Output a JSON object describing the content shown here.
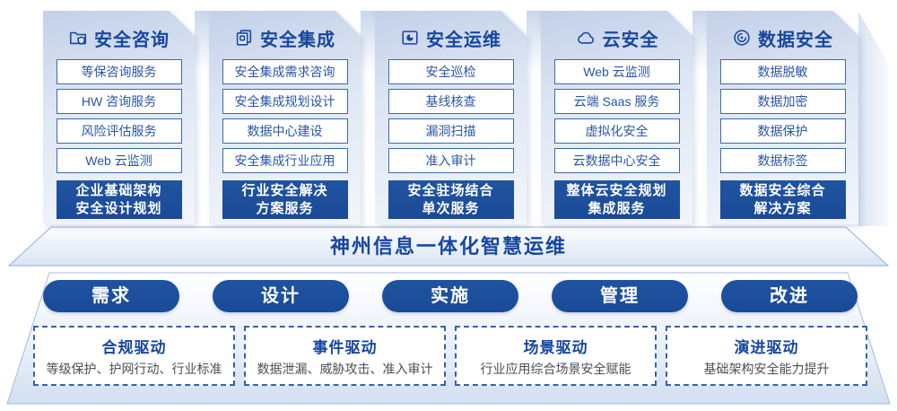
{
  "banner": {
    "title": "神州信息一体化智慧运维"
  },
  "columns": [
    {
      "title": "安全咨询",
      "icon": "folder-shield-icon",
      "items": [
        "等保咨询服务",
        "HW 咨询服务",
        "风险评估服务",
        "Web 云监测"
      ],
      "highlight_line1": "企业基础架构",
      "highlight_line2": "安全设计规划"
    },
    {
      "title": "安全集成",
      "icon": "documents-icon",
      "items": [
        "安全集成需求咨询",
        "安全集成规划设计",
        "数据中心建设",
        "安全集成行业应用"
      ],
      "highlight_line1": "行业安全解决",
      "highlight_line2": "方案服务"
    },
    {
      "title": "安全运维",
      "icon": "folder-chart-icon",
      "items": [
        "安全巡检",
        "基线核查",
        "漏洞扫描",
        "准入审计"
      ],
      "highlight_line1": "安全驻场结合",
      "highlight_line2": "单次服务"
    },
    {
      "title": "云安全",
      "icon": "cloud-icon",
      "items": [
        "Web 云监测",
        "云端 Saas 服务",
        "虚拟化安全",
        "云数据中心安全"
      ],
      "highlight_line1": "整体云安全规划",
      "highlight_line2": "集成服务"
    },
    {
      "title": "数据安全",
      "icon": "fingerprint-icon",
      "items": [
        "数据脱敏",
        "数据加密",
        "数据保护",
        "数据标签"
      ],
      "highlight_line1": "数据安全综合",
      "highlight_line2": "解决方案"
    }
  ],
  "process": {
    "pills": [
      "需求",
      "设计",
      "实施",
      "管理",
      "改进"
    ]
  },
  "drivers": [
    {
      "title": "合规驱动",
      "desc": "等级保护、护网行动、行业标准"
    },
    {
      "title": "事件驱动",
      "desc": "数据泄漏、威胁攻击、准入审计"
    },
    {
      "title": "场景驱动",
      "desc": "行业应用综合场景安全赋能"
    },
    {
      "title": "演进驱动",
      "desc": "基础架构安全能力提升"
    }
  ],
  "colors": {
    "primary_text": "#17479e",
    "solid_fill": "#1c4d9c",
    "item_border": "#4068ac",
    "item_text": "#2a56a5",
    "platform_edge": "#93aed8"
  }
}
